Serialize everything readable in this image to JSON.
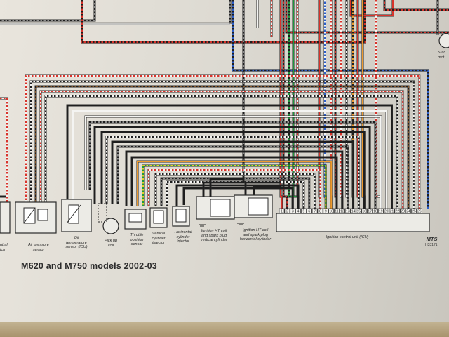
{
  "diagram": {
    "title": "M620 and M750 models 2002-03",
    "code_brand": "MTS",
    "code_number": "H33171",
    "edge_labels": {
      "left_bottom": "ntral\ntch",
      "right_top": "Star\nmot"
    },
    "components": [
      {
        "id": "air-pressure-sensor",
        "label": "Air pressure\nsensor"
      },
      {
        "id": "oil-temperature-sensor",
        "label": "Oil\ntemperature\nsensor (ICU)"
      },
      {
        "id": "pick-up-coil",
        "label": "Pick up\ncoil"
      },
      {
        "id": "throttle-position-sensor",
        "label": "Throttle\nposition\nsensor"
      },
      {
        "id": "vertical-cylinder-injector",
        "label": "Vertical\ncylinder\ninjector"
      },
      {
        "id": "horizontal-cylinder-injector",
        "label": "Horizontal\ncylinder\ninjector"
      },
      {
        "id": "ignition-coil-vertical",
        "label": "Ignition HT coil\nand spark plug\nvertical cylinder"
      },
      {
        "id": "ignition-coil-horizontal",
        "label": "Ignition HT coil\nand spark plug\nhorizontal cylinder"
      },
      {
        "id": "ignition-control-unit",
        "label": "Ignition control unit (ICU)"
      }
    ],
    "icu_pins": [
      "1",
      "2",
      "3",
      "4",
      "5",
      "6",
      "7",
      "8",
      "9",
      "10",
      "11",
      "12",
      "13",
      "14",
      "15",
      "16",
      "17",
      "18",
      "19",
      "20",
      "21",
      "22",
      "23",
      "24",
      "25",
      "26"
    ],
    "wire_colors": {
      "black": "#1e1e1e",
      "grey": "#8c8c8c",
      "white": "#f4f4f2",
      "red": "#d8332b",
      "blue": "#2d5fc8",
      "green": "#1e9a3c",
      "orange": "#ee9a2e",
      "yellow": "#e6cf2a",
      "brown": "#8b5a2b",
      "pink": "#e07aa0",
      "violet": "#7a4fb0"
    }
  }
}
